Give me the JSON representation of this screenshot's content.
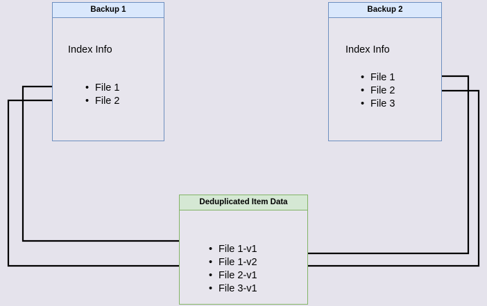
{
  "diagram": {
    "type": "flow-diagram",
    "background_color": "#e5e3ec",
    "nodes": [
      {
        "id": "backup1",
        "title": "Backup 1",
        "body_label": "Index Info",
        "items": [
          "File 1",
          "File 2"
        ],
        "border_color": "#6c8ebf",
        "header_color": "#dae8fc"
      },
      {
        "id": "backup2",
        "title": "Backup 2",
        "body_label": "Index Info",
        "items": [
          "File 1",
          "File 2",
          "File 3"
        ],
        "border_color": "#6c8ebf",
        "header_color": "#dae8fc"
      },
      {
        "id": "dedup",
        "title": "Deduplicated Item Data",
        "items": [
          "File 1-v1",
          "File 1-v2",
          "File 2-v1",
          "File 3-v1"
        ],
        "border_color": "#82b366",
        "header_color": "#d5e8d4"
      }
    ],
    "edges": [
      {
        "from": "backup1.File 1",
        "to": "dedup.File 1-v1",
        "direction": "right"
      },
      {
        "from": "backup1.File 2",
        "to": "dedup.File 2-v1",
        "direction": "right"
      },
      {
        "from": "backup2.File 1",
        "to": "dedup.File 1-v2",
        "direction": "left"
      },
      {
        "from": "backup2.File 2",
        "to": "dedup.File 2-v1",
        "direction": "left"
      }
    ],
    "edge_color": "#000000"
  },
  "backup1": {
    "title": "Backup 1",
    "index_label": "Index Info",
    "items": [
      {
        "label": "File 1"
      },
      {
        "label": "File 2"
      }
    ]
  },
  "backup2": {
    "title": "Backup 2",
    "index_label": "Index Info",
    "items": [
      {
        "label": "File 1"
      },
      {
        "label": "File 2"
      },
      {
        "label": "File 3"
      }
    ]
  },
  "dedup": {
    "title": "Deduplicated Item Data",
    "items": [
      {
        "label": "File 1-v1"
      },
      {
        "label": "File 1-v2"
      },
      {
        "label": "File 2-v1"
      },
      {
        "label": "File 3-v1"
      }
    ]
  }
}
